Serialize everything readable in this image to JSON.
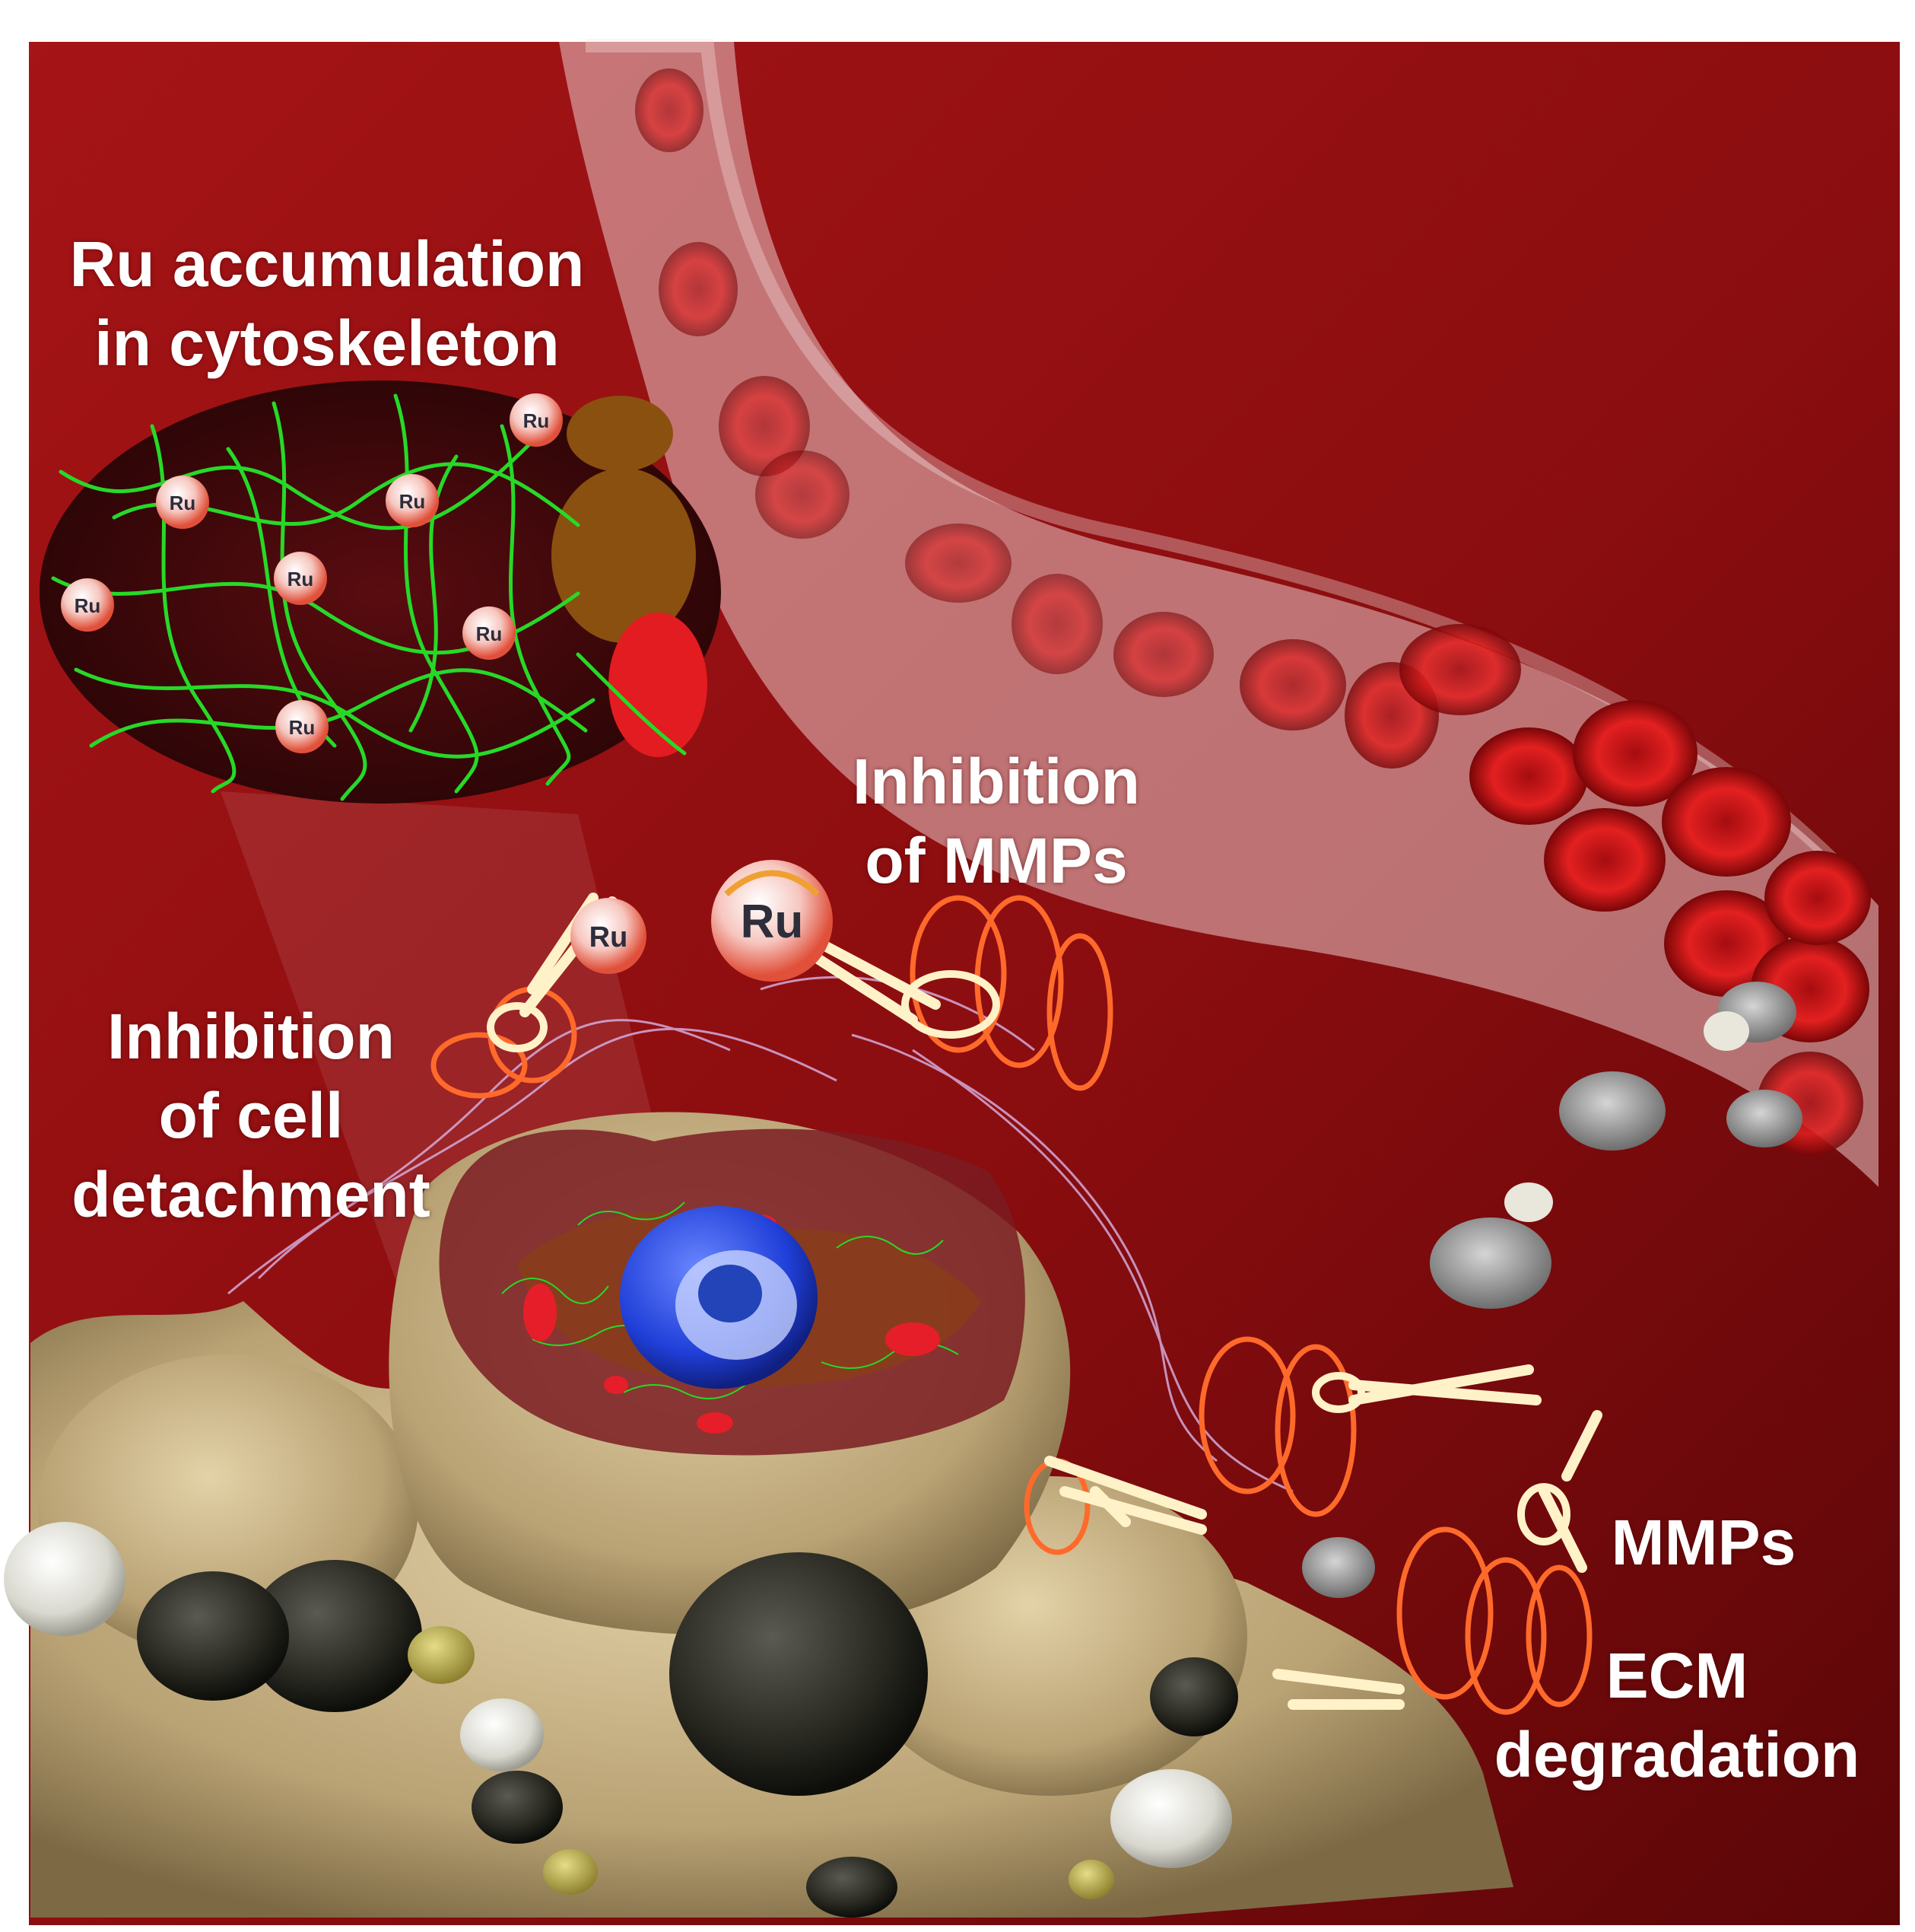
{
  "labels": {
    "ru_accumulation": [
      "Ru accumulation",
      "in cytoskeleton"
    ],
    "inhibition_mmps": [
      "Inhibition",
      "of MMPs"
    ],
    "inhibition_detachment": [
      "Inhibition",
      "of cell",
      "detachment"
    ],
    "mmps": "MMPs",
    "ecm_degradation": [
      "ECM",
      "degradation"
    ]
  },
  "ru_particle_label": "Ru",
  "colors": {
    "background": "#8e0f10",
    "background_dark": "#5a0708",
    "vessel": "#e9c6c6",
    "rbc": "#d61818",
    "cytoskeleton": "#27d927",
    "nucleus": "#2340d8",
    "ecm_fibre": "#ff6a2b",
    "mmp_scissors": "#fff2c8",
    "tumor_cell": "#c9b48a"
  }
}
